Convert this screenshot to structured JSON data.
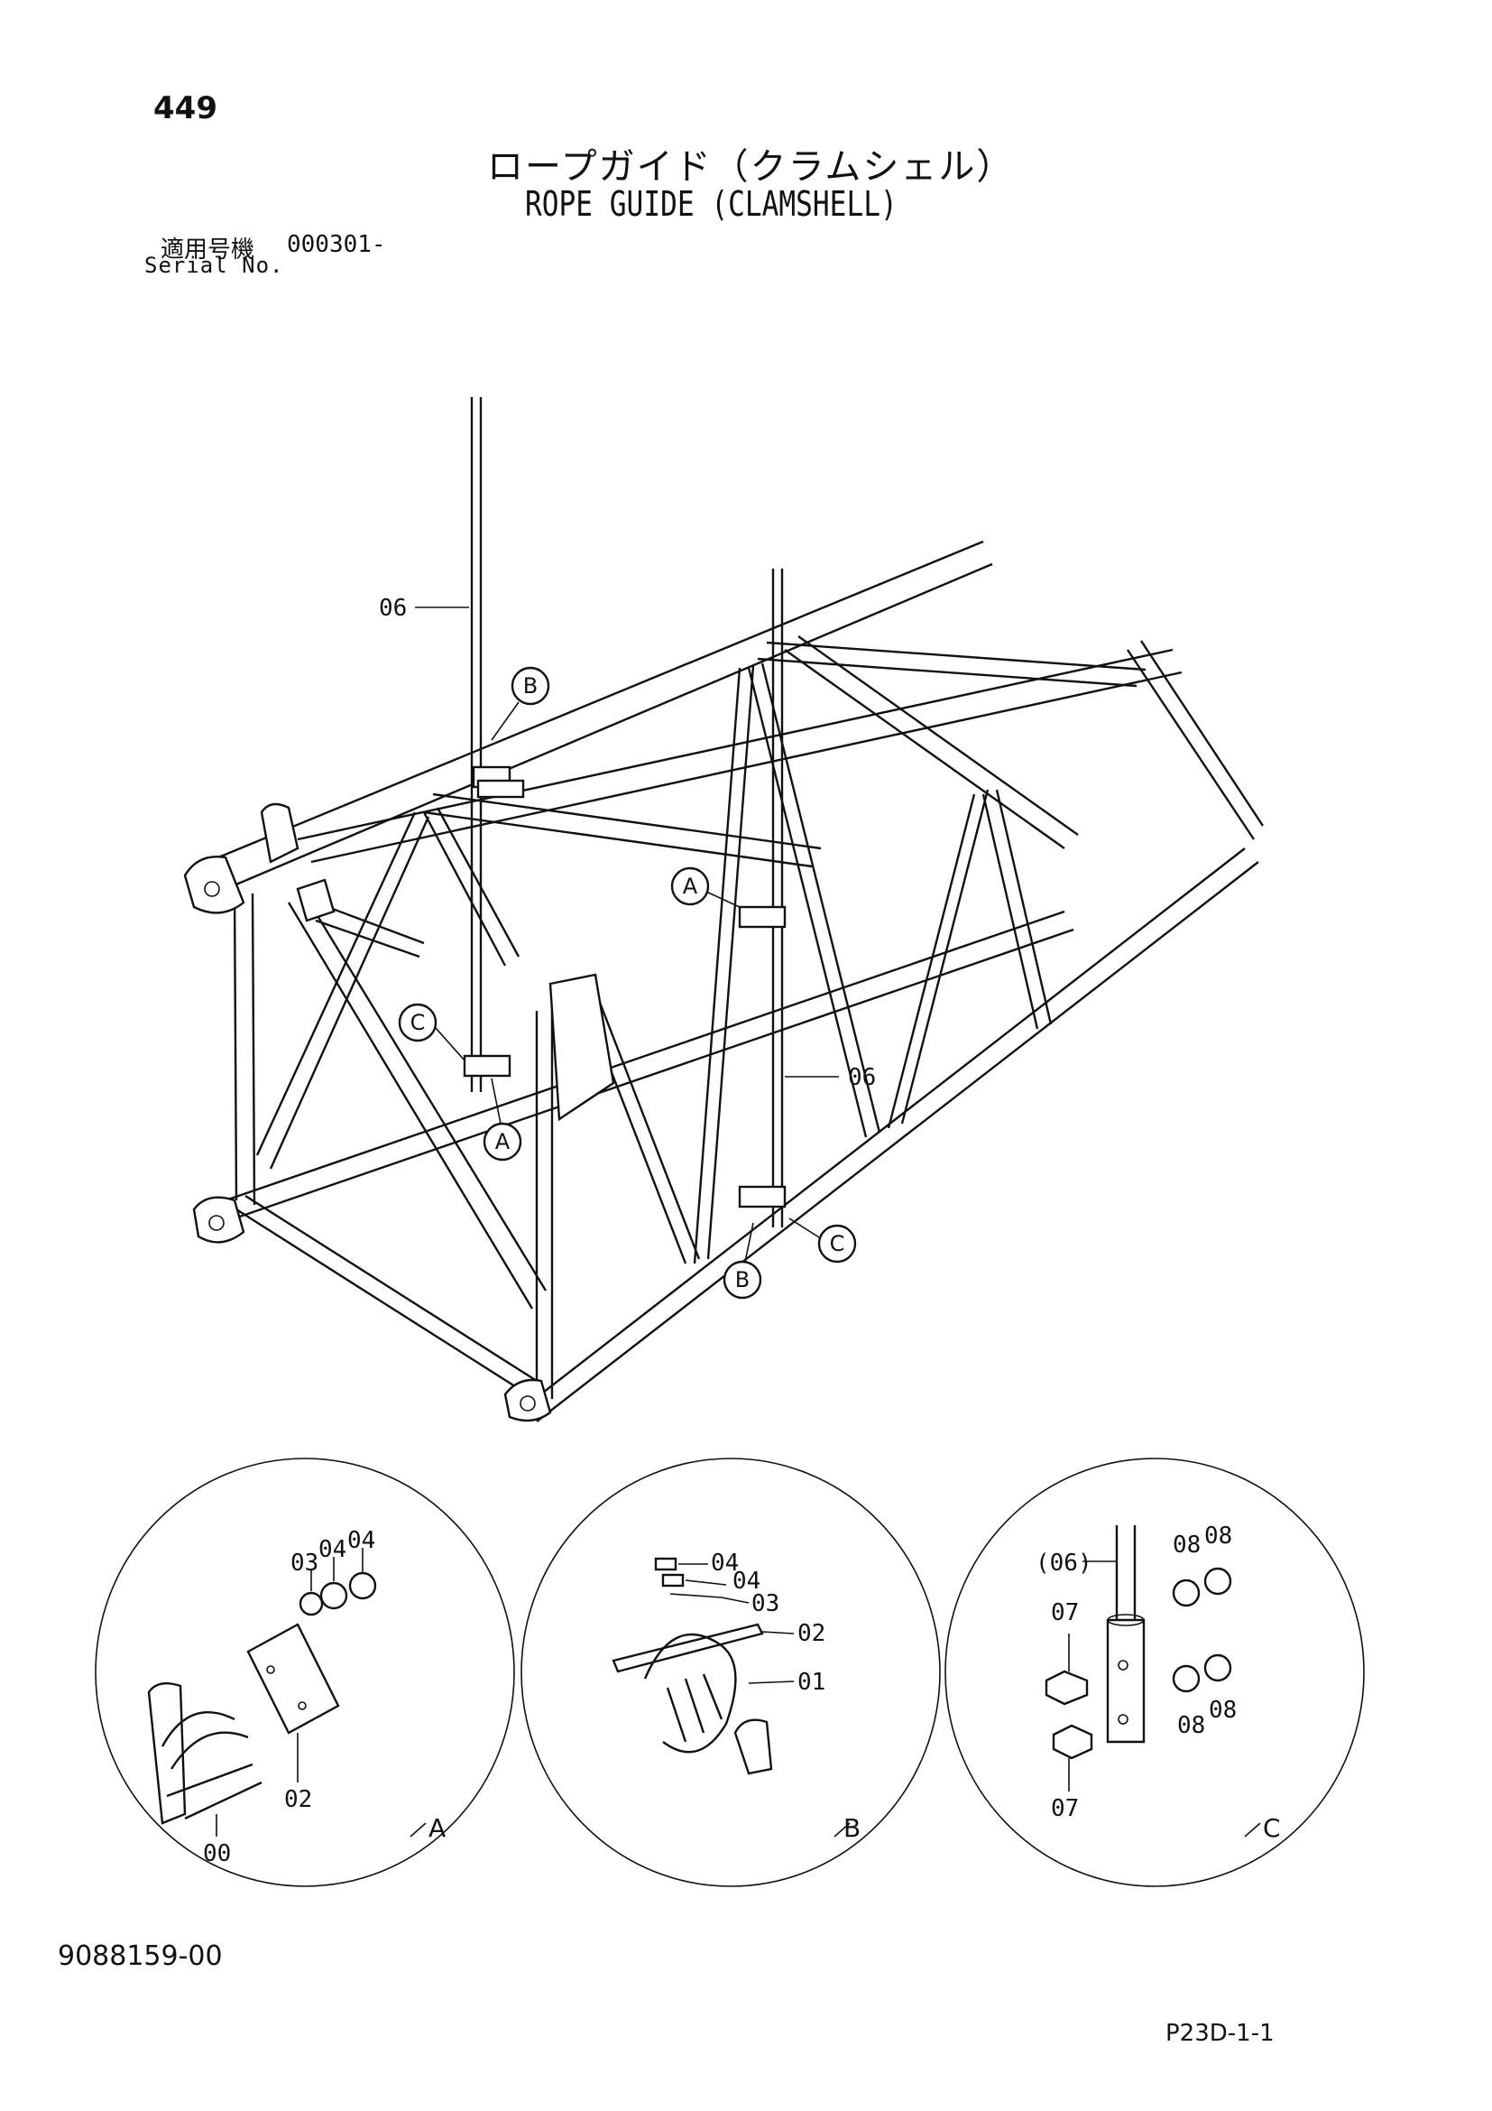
{
  "header": {
    "page_number": "449",
    "title_jp": "ロープガイド（クラムシェル）",
    "title_en": "ROPE GUIDE (CLAMSHELL)",
    "serial_label_jp": "適用号機",
    "serial_value": "000301-",
    "serial_label_en": "Serial No."
  },
  "main_drawing": {
    "part_labels": [
      "06",
      "06"
    ],
    "callouts": [
      "B",
      "A",
      "C",
      "A",
      "C",
      "B"
    ]
  },
  "detail_views": [
    {
      "view": "A",
      "part_labels": [
        "03",
        "04",
        "04",
        "02",
        "00"
      ]
    },
    {
      "view": "B",
      "part_labels": [
        "04",
        "04",
        "03",
        "02",
        "01"
      ]
    },
    {
      "view": "C",
      "part_labels": [
        "(06)",
        "08",
        "08",
        "07",
        "08",
        "08",
        "07"
      ]
    }
  ],
  "footer": {
    "document_number": "9088159-00",
    "page_code": "P23D-1-1"
  }
}
